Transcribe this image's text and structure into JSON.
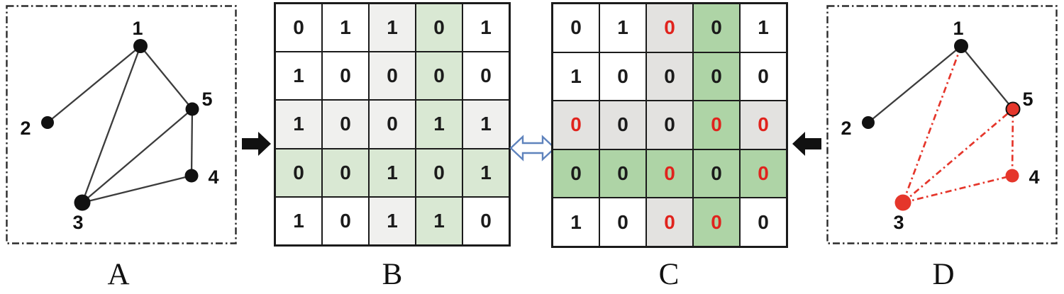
{
  "figure": {
    "panel_labels": {
      "a": "A",
      "b": "B",
      "c": "C",
      "d": "D"
    },
    "graph_a": {
      "nodes": [
        {
          "id": "1",
          "label": "1",
          "color": "#111111"
        },
        {
          "id": "2",
          "label": "2",
          "color": "#111111"
        },
        {
          "id": "3",
          "label": "3",
          "color": "#111111"
        },
        {
          "id": "4",
          "label": "4",
          "color": "#111111"
        },
        {
          "id": "5",
          "label": "5",
          "color": "#111111"
        }
      ],
      "edges": [
        {
          "from": "1",
          "to": "2",
          "style": "solid"
        },
        {
          "from": "1",
          "to": "3",
          "style": "solid"
        },
        {
          "from": "1",
          "to": "5",
          "style": "solid"
        },
        {
          "from": "3",
          "to": "4",
          "style": "solid"
        },
        {
          "from": "3",
          "to": "5",
          "style": "solid"
        },
        {
          "from": "4",
          "to": "5",
          "style": "solid"
        }
      ]
    },
    "graph_d": {
      "nodes": [
        {
          "id": "1",
          "label": "1",
          "color": "#111111"
        },
        {
          "id": "2",
          "label": "2",
          "color": "#111111"
        },
        {
          "id": "3",
          "label": "3",
          "color": "#e5362b"
        },
        {
          "id": "4",
          "label": "4",
          "color": "#e5362b"
        },
        {
          "id": "5",
          "label": "5",
          "color": "#e5362b",
          "ring": "#111111"
        }
      ],
      "edges": [
        {
          "from": "1",
          "to": "2",
          "style": "solid"
        },
        {
          "from": "1",
          "to": "5",
          "style": "solid"
        },
        {
          "from": "1",
          "to": "3",
          "style": "removed"
        },
        {
          "from": "3",
          "to": "4",
          "style": "removed"
        },
        {
          "from": "3",
          "to": "5",
          "style": "removed"
        },
        {
          "from": "4",
          "to": "5",
          "style": "removed"
        }
      ]
    },
    "matrix_b": {
      "values": [
        [
          0,
          1,
          1,
          0,
          1
        ],
        [
          1,
          0,
          0,
          0,
          0
        ],
        [
          1,
          0,
          0,
          1,
          1
        ],
        [
          0,
          0,
          1,
          0,
          1
        ],
        [
          1,
          0,
          1,
          1,
          0
        ]
      ],
      "bg": [
        [
          "w",
          "w",
          "g",
          "G",
          "w"
        ],
        [
          "w",
          "w",
          "g",
          "G",
          "w"
        ],
        [
          "g",
          "g",
          "g",
          "G",
          "g"
        ],
        [
          "G",
          "G",
          "G",
          "G",
          "G"
        ],
        [
          "w",
          "w",
          "g",
          "G",
          "w"
        ]
      ],
      "red_cells": [],
      "gray_color": "#f0f0ee",
      "green_color": "#d9e8d3"
    },
    "matrix_c": {
      "values": [
        [
          0,
          1,
          0,
          0,
          1
        ],
        [
          1,
          0,
          0,
          0,
          0
        ],
        [
          0,
          0,
          0,
          0,
          0
        ],
        [
          0,
          0,
          0,
          0,
          0
        ],
        [
          1,
          0,
          0,
          0,
          0
        ]
      ],
      "bg": [
        [
          "w",
          "w",
          "g",
          "G",
          "w"
        ],
        [
          "w",
          "w",
          "g",
          "G",
          "w"
        ],
        [
          "g",
          "g",
          "g",
          "G",
          "g"
        ],
        [
          "G",
          "G",
          "G",
          "G",
          "G"
        ],
        [
          "w",
          "w",
          "g",
          "G",
          "w"
        ]
      ],
      "red_cells": [
        [
          0,
          2
        ],
        [
          2,
          0
        ],
        [
          2,
          3
        ],
        [
          2,
          4
        ],
        [
          3,
          2
        ],
        [
          3,
          4
        ],
        [
          4,
          2
        ],
        [
          4,
          3
        ]
      ],
      "gray_color": "#e3e2e0",
      "green_color": "#aed4a6"
    },
    "arrows": [
      {
        "name": "right-arrow-icon",
        "direction": "right",
        "color": "#111111"
      },
      {
        "name": "double-arrow-icon",
        "direction": "both",
        "fill": "#ffffff",
        "stroke": "#5f83bd"
      },
      {
        "name": "left-arrow-icon",
        "direction": "left",
        "color": "#111111"
      }
    ],
    "colors": {
      "black_text": "#1b1b1b",
      "red_text": "#e0231d",
      "edge_solid": "#3c3c3c",
      "edge_removed": "#e5362b",
      "panel_border": "#2b2b2b"
    }
  }
}
